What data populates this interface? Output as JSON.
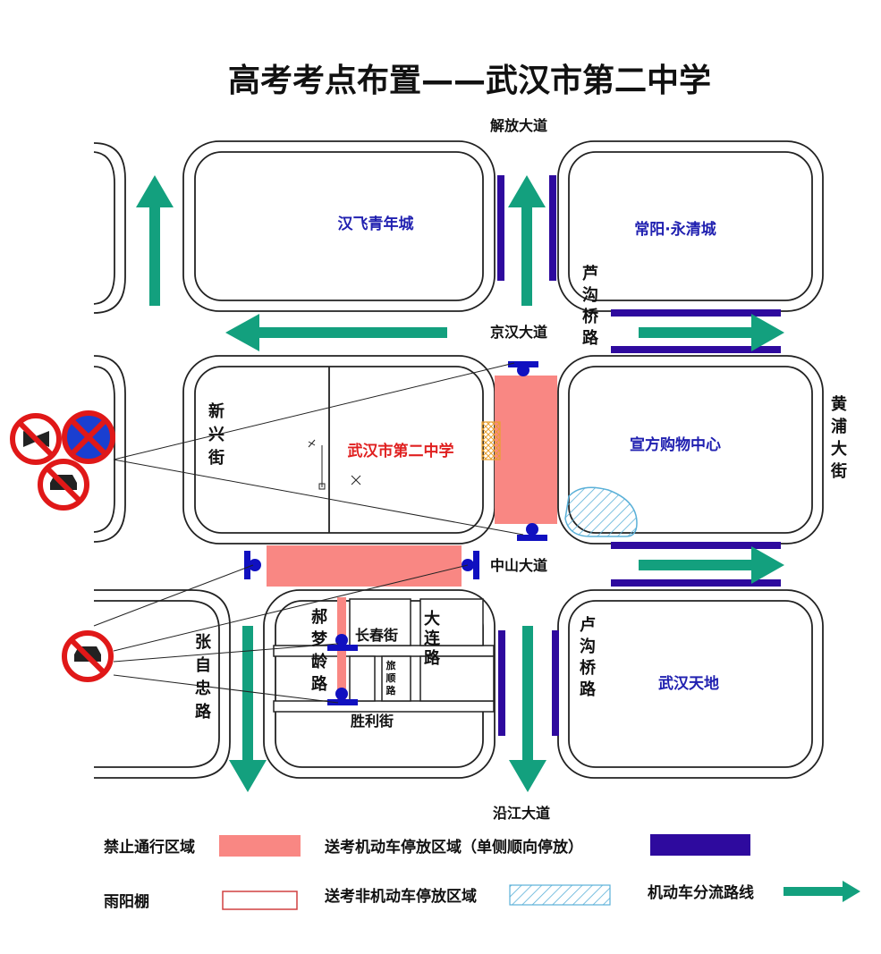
{
  "title": "高考考点布置——武汉市第二中学",
  "roads": {
    "jiefang": "解放大道",
    "jinghan": "京汉大道",
    "zhongshan": "中山大道",
    "yanjiang": "沿江大道",
    "lugouqiao_top": "芦沟桥路",
    "lugouqiao_bottom": "卢沟桥路",
    "huangpu": "黄浦大街",
    "xinxing": "新兴街",
    "zhangzizhong": "张自忠路",
    "haomengling": "郝梦龄路",
    "changchun": "长春街",
    "dalian": "大连路",
    "lushun": "旅顺路",
    "shengli": "胜利街"
  },
  "blocks": {
    "hanfei": "汉飞青年城",
    "changyang": "常阳·永清城",
    "school": "武汉市第二中学",
    "xuanfang": "宣方购物中心",
    "tiandi": "武汉天地"
  },
  "legend": {
    "no_traffic": "禁止通行区域",
    "canopy": "雨阳棚",
    "motor_parking": "送考机动车停放区域（单侧顺向停放）",
    "nonmotor_parking": "送考非机动车停放区域",
    "diversion": "机动车分流路线"
  },
  "colors": {
    "no_traffic": "#f98783",
    "parking_bar": "#2e0a9e",
    "arrow": "#13a07e",
    "block_label": "#2020b0",
    "school_label": "#e02020",
    "barrier": "#1010c0",
    "hatch": "#5ab0d8",
    "sign_red": "#e01818"
  },
  "icons": [
    "no-horn-icon",
    "no-parking-icon",
    "no-vehicle-icon"
  ]
}
